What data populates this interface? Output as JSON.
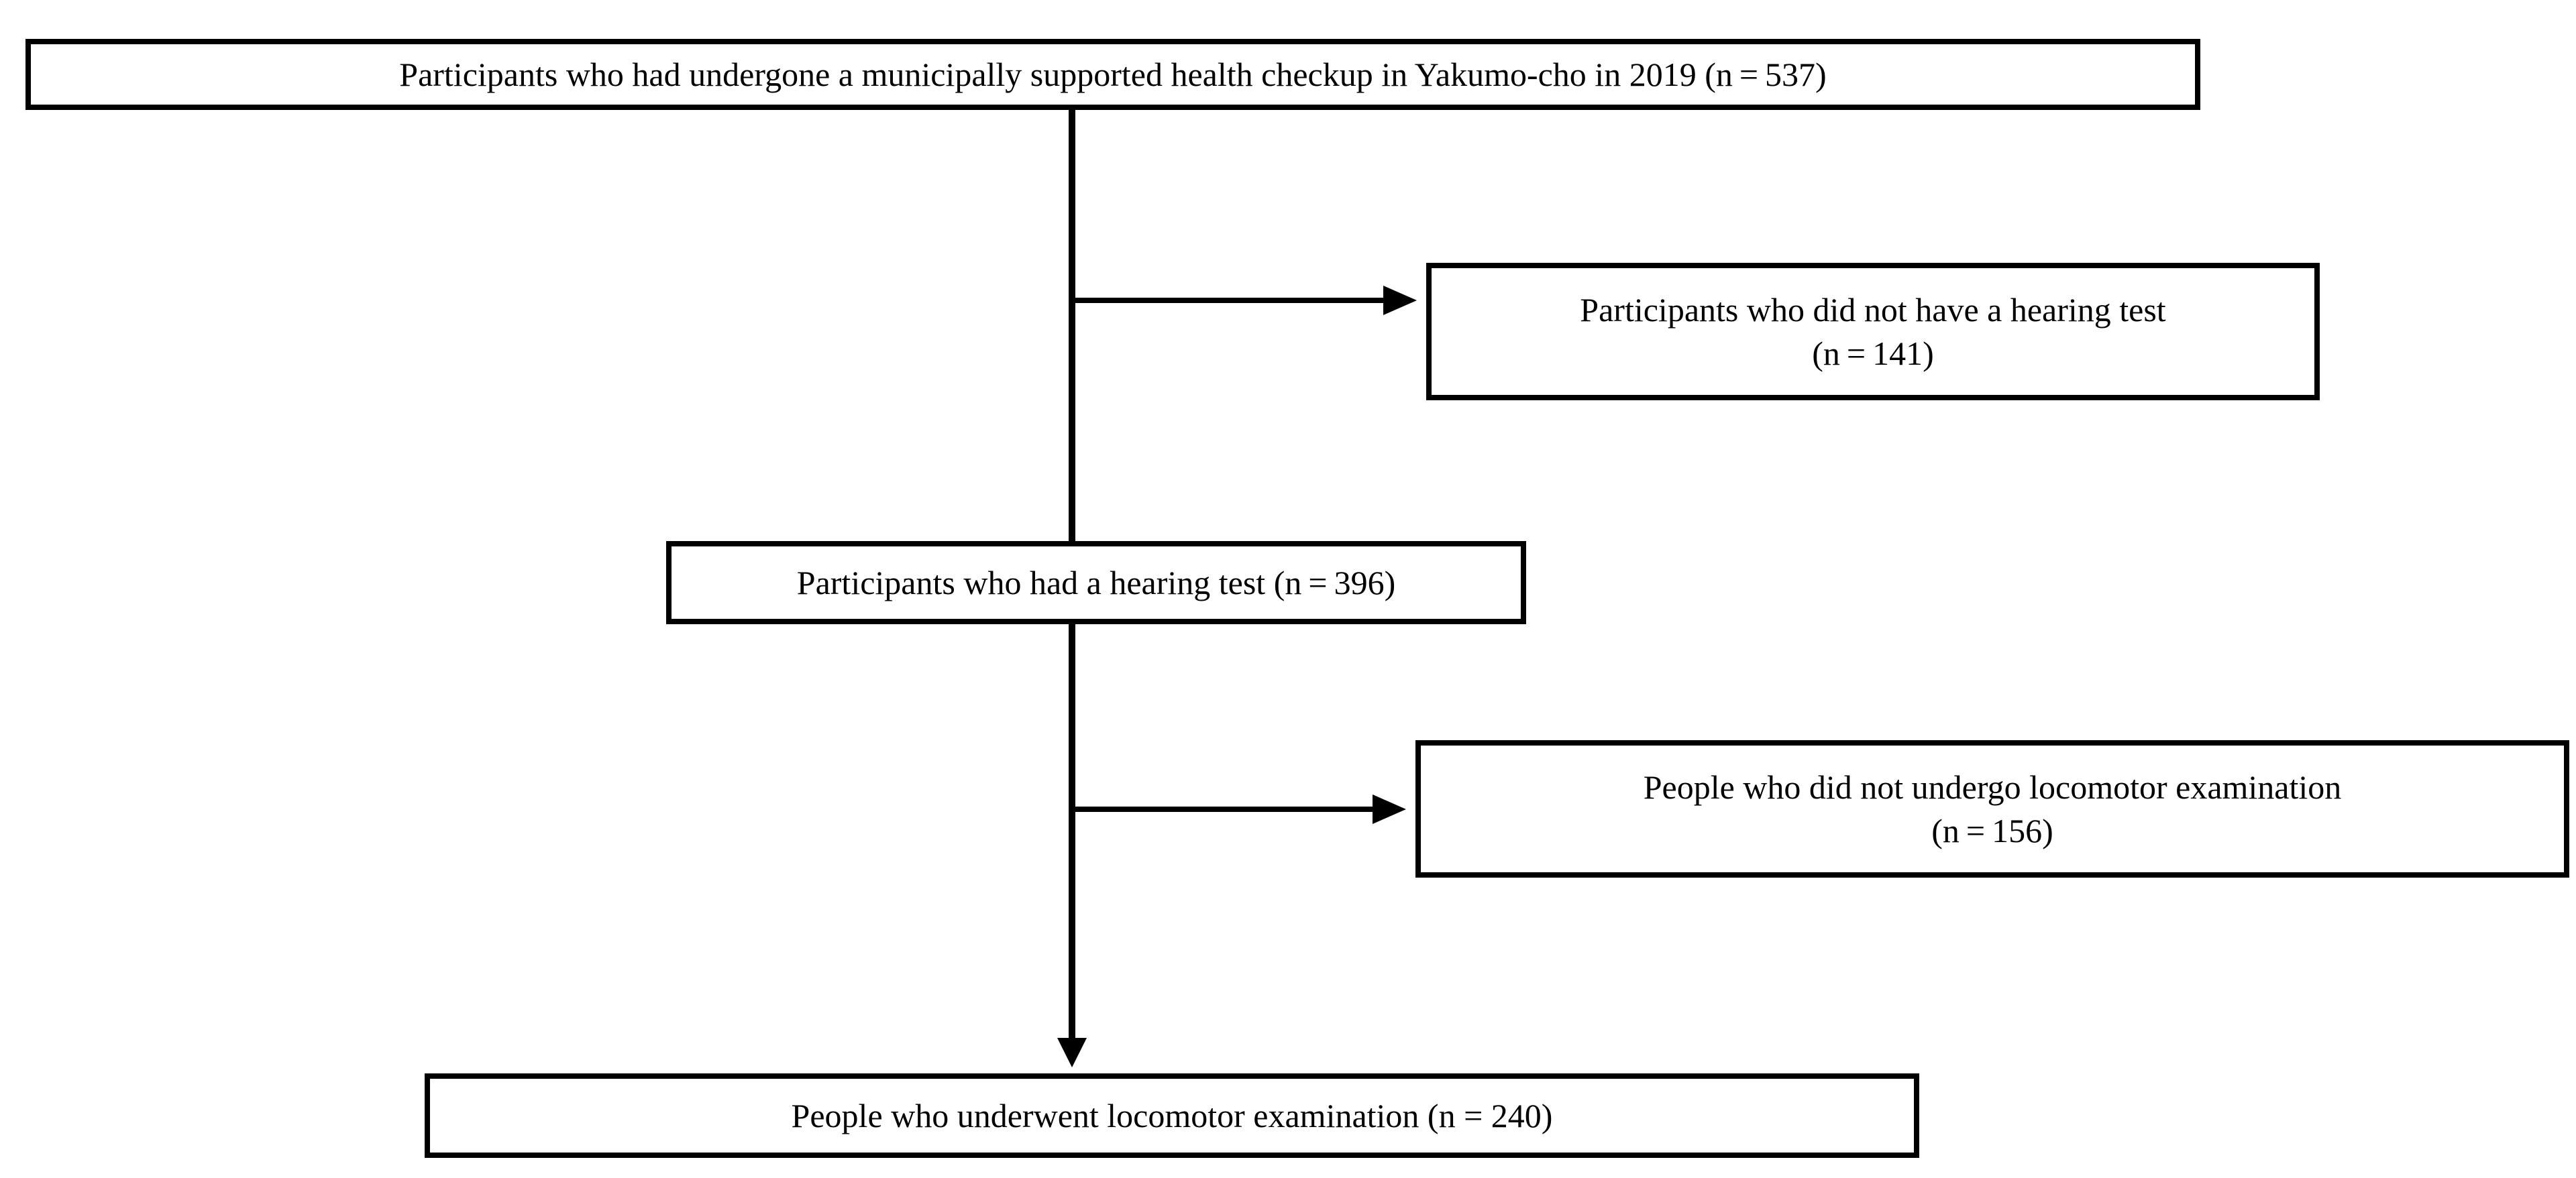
{
  "nodes": {
    "top": {
      "text": "Participants who had undergone a municipally supported health checkup in Yakumo-cho in 2019 (n = 537)"
    },
    "excluded_no_hearing": {
      "line1": "Participants who did not have a hearing test",
      "line2": "(n = 141)"
    },
    "hearing_test": {
      "text": "Participants who had a hearing test (n = 396)"
    },
    "excluded_no_locomotor": {
      "line1": "People who did not undergo locomotor examination",
      "line2": "(n = 156)"
    },
    "final": {
      "text": "People who underwent locomotor examination (n = 240)"
    }
  },
  "colors": {
    "line": "#000000",
    "box_border": "#000000",
    "background": "#ffffff"
  }
}
